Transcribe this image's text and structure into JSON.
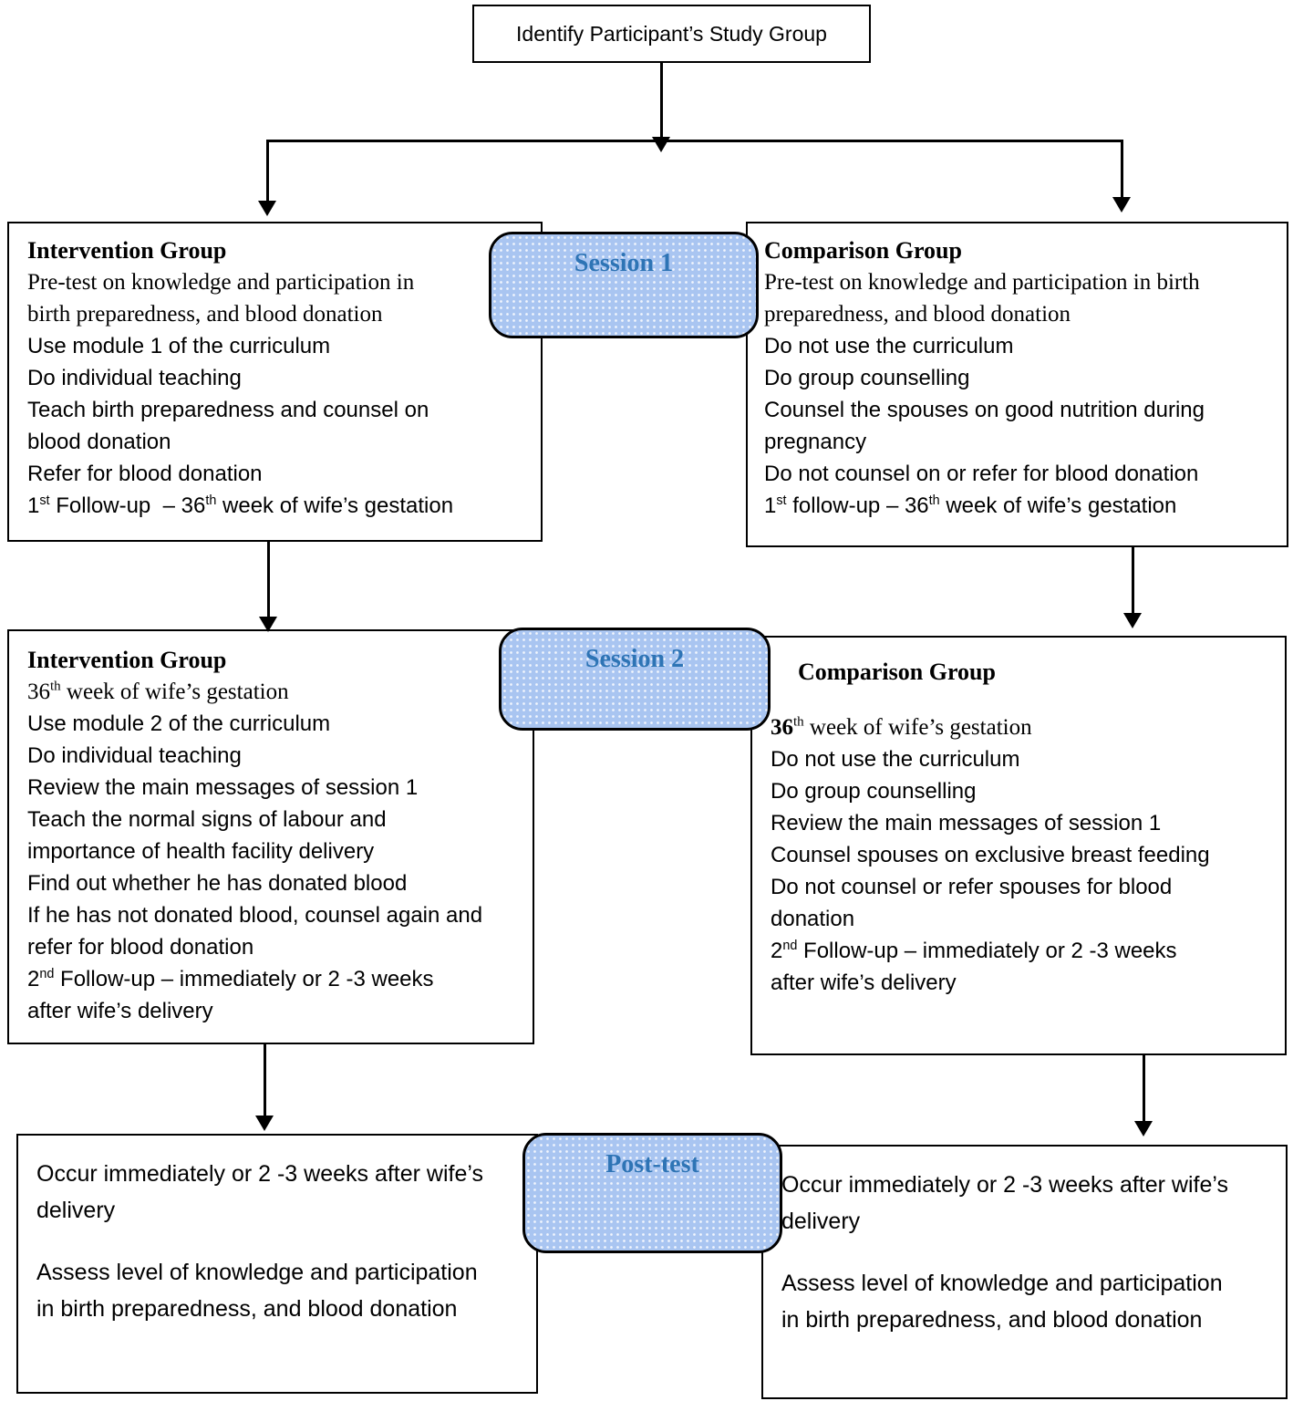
{
  "colors": {
    "session_fill": "#a9c5f1",
    "session_label_text": "#2e74b5",
    "box_border": "#000000",
    "connector": "#000000",
    "background": "#ffffff"
  },
  "top_box": {
    "label": "Identify Participant’s Study Group"
  },
  "session_labels": {
    "session1": "Session 1",
    "session2": "Session 2",
    "posttest": "Post-test"
  },
  "boxes": {
    "row1_left": {
      "lines": [
        {
          "t": "Intervention Group",
          "f": "serif",
          "b": true
        },
        {
          "t": "Pre-test on knowledge and participation in",
          "f": "serif"
        },
        {
          "t": "birth preparedness, and blood donation",
          "f": "serif"
        },
        {
          "t": "Use module 1 of the curriculum",
          "f": "sans"
        },
        {
          "t": "Do individual teaching",
          "f": "sans"
        },
        {
          "t": "Teach birth preparedness and counsel on",
          "f": "sans"
        },
        {
          "t": "blood donation",
          "f": "sans"
        },
        {
          "t": "Refer for blood donation",
          "f": "sans"
        },
        {
          "t": "1^{st} Follow-up  – 36^{th} week of wife’s gestation",
          "f": "sans"
        }
      ]
    },
    "row1_right": {
      "lines": [
        {
          "t": "Comparison Group",
          "f": "serif",
          "b": true
        },
        {
          "t": "Pre-test on knowledge and participation in birth",
          "f": "serif"
        },
        {
          "t": "preparedness, and blood donation",
          "f": "serif"
        },
        {
          "t": "Do not use the curriculum",
          "f": "sans"
        },
        {
          "t": "Do group counselling",
          "f": "sans"
        },
        {
          "t": "Counsel the spouses on good nutrition during",
          "f": "sans"
        },
        {
          "t": "pregnancy",
          "f": "sans"
        },
        {
          "t": "Do not counsel on or refer for blood donation",
          "f": "sans"
        },
        {
          "t": "1^{st} follow-up – 36^{th} week of wife’s gestation",
          "f": "sans"
        }
      ]
    },
    "row2_left": {
      "lines": [
        {
          "t": "Intervention Group",
          "f": "serif",
          "b": true
        },
        {
          "t": "36^{th} week of wife’s gestation",
          "f": "serif"
        },
        {
          "t": "Use module 2 of the curriculum",
          "f": "sans"
        },
        {
          "t": "Do individual teaching",
          "f": "sans"
        },
        {
          "t": "Review the main messages of session 1",
          "f": "sans"
        },
        {
          "t": "Teach the normal signs of labour and",
          "f": "sans"
        },
        {
          "t": "importance of health facility delivery",
          "f": "sans"
        },
        {
          "t": "Find out whether he has donated blood",
          "f": "sans"
        },
        {
          "t": "If he has not donated blood, counsel again and",
          "f": "sans"
        },
        {
          "t": "refer for blood donation",
          "f": "sans"
        },
        {
          "t": "2^{nd} Follow-up – immediately or 2 -3 weeks",
          "f": "sans"
        },
        {
          "t": "after wife’s delivery",
          "f": "sans"
        }
      ]
    },
    "row2_right": {
      "lines": [
        {
          "t": "Comparison Group",
          "f": "serif",
          "b": true,
          "ind": true
        },
        {
          "t": "",
          "spacer": true
        },
        {
          "t": "**36**^{th} week of wife’s gestation",
          "f": "serif"
        },
        {
          "t": "Do not use the curriculum",
          "f": "sans"
        },
        {
          "t": "Do group counselling",
          "f": "sans"
        },
        {
          "t": "Review the main messages of session 1",
          "f": "sans"
        },
        {
          "t": "Counsel spouses on exclusive breast feeding",
          "f": "sans"
        },
        {
          "t": "Do not counsel or refer spouses for blood",
          "f": "sans"
        },
        {
          "t": "donation",
          "f": "sans"
        },
        {
          "t": "2^{nd} Follow-up – immediately or 2 -3 weeks",
          "f": "sans"
        },
        {
          "t": "after wife’s delivery",
          "f": "sans"
        }
      ]
    },
    "row3_left": {
      "lines": [
        {
          "t": "Occur immediately or 2 -3 weeks after wife’s",
          "f": "sans"
        },
        {
          "t": "delivery",
          "f": "sans"
        },
        {
          "t": "",
          "spacer": true
        },
        {
          "t": "Assess level of knowledge and participation",
          "f": "sans"
        },
        {
          "t": "in birth preparedness, and blood donation",
          "f": "sans"
        }
      ]
    },
    "row3_right": {
      "lines": [
        {
          "t": "Occur immediately or 2 -3 weeks after wife’s",
          "f": "sans"
        },
        {
          "t": "delivery",
          "f": "sans"
        },
        {
          "t": "",
          "spacer": true
        },
        {
          "t": "Assess level of knowledge and participation",
          "f": "sans"
        },
        {
          "t": "in birth preparedness, and blood donation",
          "f": "sans"
        }
      ]
    }
  }
}
